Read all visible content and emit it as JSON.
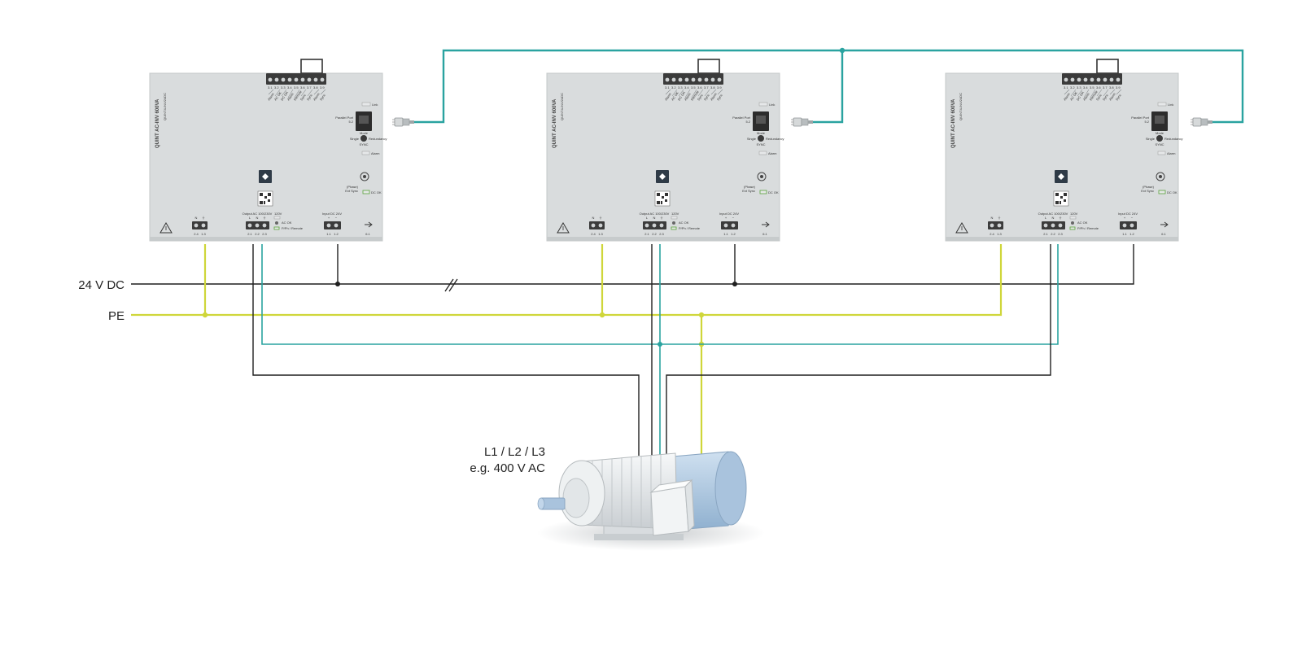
{
  "lines": {
    "dc_label": "24 V DC",
    "pe_label": "PE"
  },
  "motor": {
    "line_label": "L1 / L2 / L3",
    "voltage_label": "e.g. 400 V AC"
  },
  "module_template": {
    "title": "QUINT AC-INV 600VA",
    "part_no": "QUINT4-INV/24DC",
    "signal_terminals": [
      "3.1",
      "3.2",
      "3.3",
      "3.4",
      "3.5",
      "3.6",
      "3.7",
      "3.8",
      "3.9"
    ],
    "signal_names": [
      "Alarm",
      "AC OK",
      "DC OK",
      "Alarm",
      "Remote",
      "Sync",
      "Sync",
      "Alarm",
      "Sync"
    ],
    "link_label": "Link",
    "parallel_port_label": "Parallel Port",
    "parallel_port_id": "5.2",
    "mode_label": "Mode",
    "single_label": "Single",
    "redundancy_label": "Redundancy",
    "sync_label": "SYNC",
    "alarm_label": "Alarm",
    "phase_master_label": "(Phase)",
    "phase_sub_label": "Ext Sync",
    "dc_ok_label": "DC OK",
    "pe_terminal_labels": [
      "N",
      "⏚"
    ],
    "pe_terminal_ids": [
      "2.4",
      "1.3"
    ],
    "output_label": "Output AC 100/230V",
    "output_terminal_names": [
      "L",
      "N",
      "⏚"
    ],
    "output_terminal_ids": [
      "2.1",
      "2.2",
      "2.3"
    ],
    "output_side": "120V",
    "ac_ok_label": "AC OK",
    "pwr_remote_label": "P/Ph / Remote",
    "input_label": "Input DC 24V",
    "input_terminal_names": [
      "+",
      "−"
    ],
    "input_terminal_ids": [
      "1.1",
      "1.2"
    ],
    "usb_id": "6.1"
  },
  "modules": [
    {
      "name": "inverter-1"
    },
    {
      "name": "inverter-2"
    },
    {
      "name": "inverter-3"
    }
  ],
  "colors": {
    "dc_line": "#1f1f1f",
    "pe_line": "#cfd63a",
    "parallel_line": "#2aa3a0",
    "module_body": "#d9dcdd",
    "module_edge": "#bfc3c4",
    "motor_body": "#e9ecee",
    "motor_blue": "#b7cfe6"
  }
}
